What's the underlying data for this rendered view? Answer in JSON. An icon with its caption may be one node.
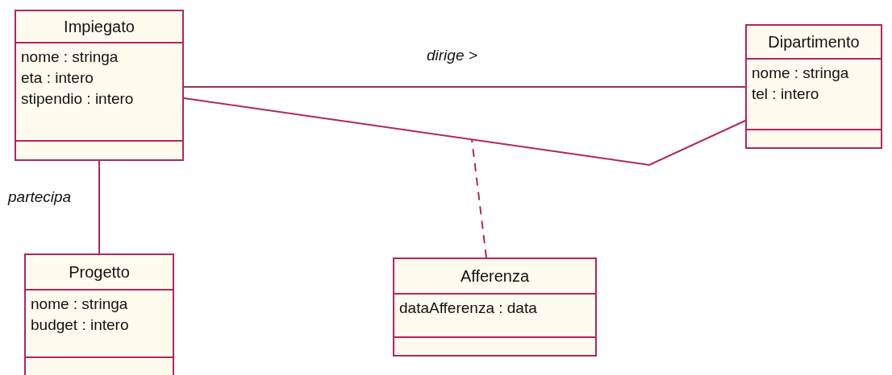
{
  "diagram": {
    "nodes": [
      {
        "text": [
          "Impiegato",
          "nome : stringa",
          "eta : intero",
          "stipendio : intero"
        ]
      },
      {
        "text": [
          "Dipartimento",
          "nome : stringa",
          "tel : intero"
        ]
      },
      {
        "text": [
          "Progetto",
          "nome : stringa",
          "budget : intero"
        ]
      },
      {
        "text": [
          "Afferenza",
          "dataAfferenza : data"
        ]
      }
    ],
    "edges": [
      {
        "from": 0,
        "to": 1,
        "arrow": "none",
        "label": "dirige >"
      },
      {
        "from": 0,
        "to": 1,
        "arrow": "none"
      },
      {
        "from": 0,
        "to": 2,
        "arrow": "none",
        "label": "partecipa"
      },
      {
        "from": 3,
        "to": null,
        "arrow": "none",
        "style": "dashed"
      }
    ]
  }
}
